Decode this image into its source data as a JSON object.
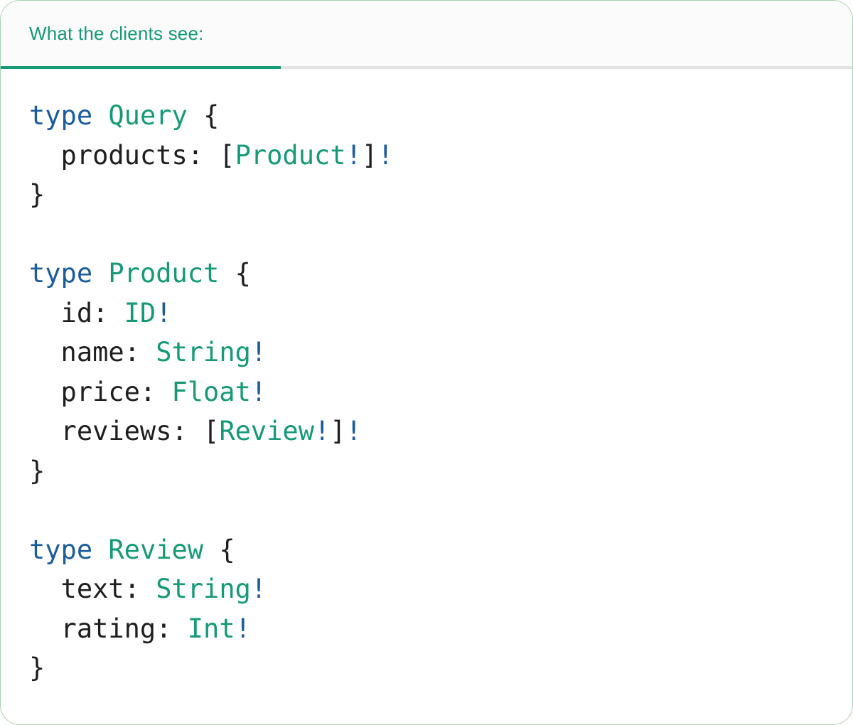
{
  "tab": {
    "label": "What the clients see:"
  },
  "colors": {
    "keyword": "#1a5c9c",
    "type_name": "#149a77",
    "punctuation": "#1e1e1e",
    "bang": "#1a5c9c",
    "tab_accent": "#149a77",
    "tab_line": "#e3e3e3",
    "tabbar_bg": "#fbfbfb",
    "card_border": "#a8d3ad",
    "card_bg": "#ffffff"
  },
  "code": {
    "language": "graphql",
    "plain_text": "type Query {\n  products: [Product!]!\n}\n\ntype Product {\n  id: ID!\n  name: String!\n  price: Float!\n  reviews: [Review!]!\n}\n\ntype Review {\n  text: String!\n  rating: Int!\n}",
    "lines": [
      [
        {
          "t": "kw",
          "s": "type"
        },
        {
          "t": "pl",
          "s": " "
        },
        {
          "t": "ty",
          "s": "Query"
        },
        {
          "t": "pl",
          "s": " {"
        }
      ],
      [
        {
          "t": "pl",
          "s": "  products: ["
        },
        {
          "t": "ty",
          "s": "Product"
        },
        {
          "t": "bang",
          "s": "!"
        },
        {
          "t": "pl",
          "s": "]"
        },
        {
          "t": "bang",
          "s": "!"
        }
      ],
      [
        {
          "t": "pl",
          "s": "}"
        }
      ],
      [],
      [
        {
          "t": "kw",
          "s": "type"
        },
        {
          "t": "pl",
          "s": " "
        },
        {
          "t": "ty",
          "s": "Product"
        },
        {
          "t": "pl",
          "s": " {"
        }
      ],
      [
        {
          "t": "pl",
          "s": "  id: "
        },
        {
          "t": "ty",
          "s": "ID"
        },
        {
          "t": "bang",
          "s": "!"
        }
      ],
      [
        {
          "t": "pl",
          "s": "  name: "
        },
        {
          "t": "ty",
          "s": "String"
        },
        {
          "t": "bang",
          "s": "!"
        }
      ],
      [
        {
          "t": "pl",
          "s": "  price: "
        },
        {
          "t": "ty",
          "s": "Float"
        },
        {
          "t": "bang",
          "s": "!"
        }
      ],
      [
        {
          "t": "pl",
          "s": "  reviews: ["
        },
        {
          "t": "ty",
          "s": "Review"
        },
        {
          "t": "bang",
          "s": "!"
        },
        {
          "t": "pl",
          "s": "]"
        },
        {
          "t": "bang",
          "s": "!"
        }
      ],
      [
        {
          "t": "pl",
          "s": "}"
        }
      ],
      [],
      [
        {
          "t": "kw",
          "s": "type"
        },
        {
          "t": "pl",
          "s": " "
        },
        {
          "t": "ty",
          "s": "Review"
        },
        {
          "t": "pl",
          "s": " {"
        }
      ],
      [
        {
          "t": "pl",
          "s": "  text: "
        },
        {
          "t": "ty",
          "s": "String"
        },
        {
          "t": "bang",
          "s": "!"
        }
      ],
      [
        {
          "t": "pl",
          "s": "  rating: "
        },
        {
          "t": "ty",
          "s": "Int"
        },
        {
          "t": "bang",
          "s": "!"
        }
      ],
      [
        {
          "t": "pl",
          "s": "}"
        }
      ]
    ]
  }
}
